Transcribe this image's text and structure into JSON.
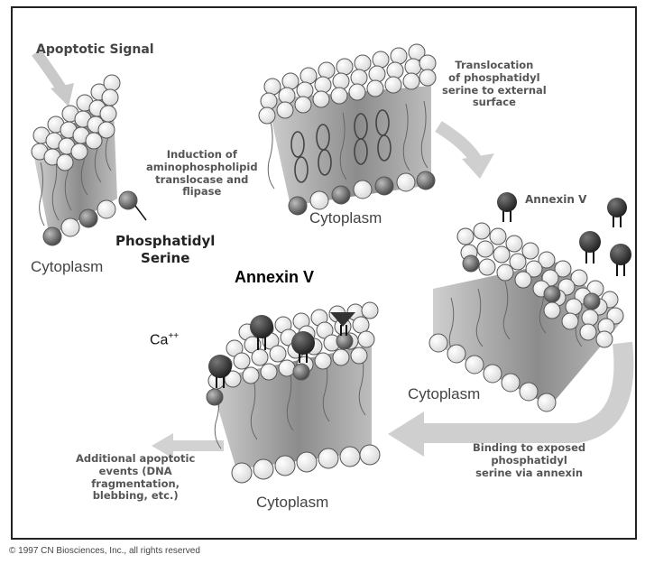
{
  "labels": {
    "apoptotic_signal": "Apoptotic Signal",
    "induction_line1": "Induction of",
    "induction_line2": "aminophospholipid",
    "induction_line3": "translocase and",
    "induction_line4": "flipase",
    "ps_line1": "Phosphatidyl",
    "ps_line2": "Serine",
    "cytoplasm_1": "Cytoplasm",
    "cytoplasm_2": "Cytoplasm",
    "cytoplasm_3": "Cytoplasm",
    "cytoplasm_4": "Cytoplasm",
    "translocation_line1": "Translocation",
    "translocation_line2": "of phosphatidyl",
    "translocation_line3": "serine to external",
    "translocation_line4": "surface",
    "annexin_small": "Annexin V",
    "annexin_big": "Annexin V",
    "calcium_base": "Ca",
    "calcium_sup": "++",
    "binding_line1": "Binding to exposed",
    "binding_line2": "phosphatidyl",
    "binding_line3": "serine via annexin",
    "additional_line1": "Additional apoptotic",
    "additional_line2": "events (DNA",
    "additional_line3": "fragmentation,",
    "additional_line4": "blebbing, etc.)"
  },
  "credit": "© 1997 CN Biosciences, Inc., all rights reserved",
  "colors": {
    "membrane_gray": "#9a9a9a",
    "arrow_gray": "#c8c8c8",
    "annexin_dark": "#3a3a3a",
    "frame": "#222222"
  }
}
